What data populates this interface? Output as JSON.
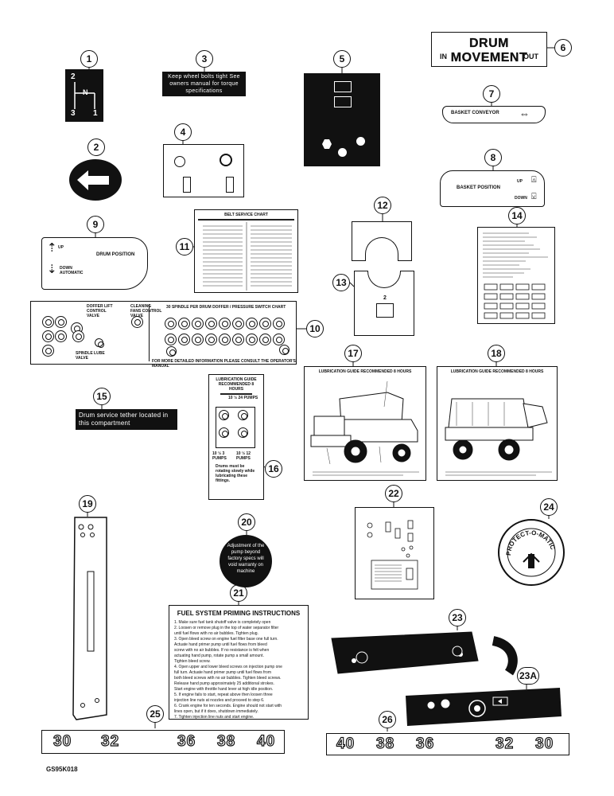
{
  "callouts": [
    "1",
    "2",
    "3",
    "4",
    "5",
    "6",
    "7",
    "8",
    "9",
    "10",
    "11",
    "12",
    "13",
    "14",
    "15",
    "16",
    "17",
    "18",
    "19",
    "20",
    "21",
    "22",
    "23",
    "23A",
    "24",
    "25",
    "26"
  ],
  "decals": {
    "d1": {
      "labels": [
        "2",
        "N",
        "3",
        "1"
      ]
    },
    "d3": {
      "text": "Keep wheel bolts tight See owners manual for torque specifications"
    },
    "d6": {
      "title": "DRUM MOVEMENT",
      "left": "IN",
      "right": "OUT"
    },
    "d7": {
      "text": "BASKET CONVEYOR"
    },
    "d8": {
      "text": "BASKET POSITION",
      "up": "UP",
      "down": "DOWN"
    },
    "d9": {
      "title": "DRUM POSITION",
      "up": "UP",
      "down": "DOWN AUTOMATIC"
    },
    "d10": {
      "title": "30 SPINDLE PER DRUM DOFFER / PRESSURE SWITCH CHART",
      "left_label": "DOFFER LIFT CONTROL VALVE",
      "mid_label": "CLEANING FANS CONTROL VALVE",
      "bottom_label": "SPINDLE LUBE VALVE",
      "footer": "FOR MORE DETAILED INFORMATION PLEASE CONSULT THE OPERATOR'S MANUAL"
    },
    "d11": {
      "title": "BELT SERVICE CHART"
    },
    "d13": {
      "text": "2"
    },
    "d15": {
      "text": "Drum service tether located in this compartment"
    },
    "d16": {
      "title": "LUBRICATION GUIDE RECOMMENDED 8 HOURS",
      "top_label": "10 ½ 24 PUMPS",
      "mid_left": "10 ½ 3 PUMPS",
      "mid_right": "10 ½ 12 PUMPS",
      "note": "Drums must be rotating slowly while lubricating these fittings."
    },
    "d17": {
      "title": "LUBRICATION GUIDE RECOMMENDED 8 HOURS"
    },
    "d18": {
      "title": "LUBRICATION GUIDE RECOMMENDED 8 HOURS"
    },
    "d20": {
      "text": "Adjustment of the pump beyond factory specs will void warranty on machine"
    },
    "d21": {
      "title": "FUEL SYSTEM PRIMING INSTRUCTIONS",
      "lines": [
        "1. Make sure fuel tank shutoff valve is completely open",
        "2. Loosen or remove plug in the top of water separator filter",
        "   until fuel flows with no air bubbles. Tighten plug.",
        "3. Open bleed screw on engine fuel filter base one full turn.",
        "   Actuate hand primer pump until fuel flows from bleed",
        "   screw with no air bubbles. If no resistance is felt when",
        "   actuating hand pump, rotate pump a small amount.",
        "   Tighten bleed screw.",
        "4. Open upper and lower bleed screws on injection pump one",
        "   full turn. Actuate hand primer pump until fuel flows from",
        "   both bleed screws with no air bubbles. Tighten bleed screws.",
        "   Release hand pump approximately 25 additional strokes.",
        "   Start engine with throttle hand lever at high idle position.",
        "5. If engine fails to start, repeat above then loosen three",
        "   injection line nuts at nozzles and proceed to step 6.",
        "6. Crank engine for ten seconds. Engine should not start with",
        "   lines open, but if it does, shutdown immediately.",
        "7. Tighten injection line nuts and start engine."
      ]
    },
    "d24": {
      "text": "PROTECT-O-MATIC"
    },
    "d25": {
      "numbers": [
        "30",
        "32",
        "36",
        "38",
        "40"
      ]
    },
    "d26": {
      "numbers": [
        "40",
        "38",
        "36",
        "32",
        "30"
      ]
    }
  },
  "figure_code": "GS95K018"
}
